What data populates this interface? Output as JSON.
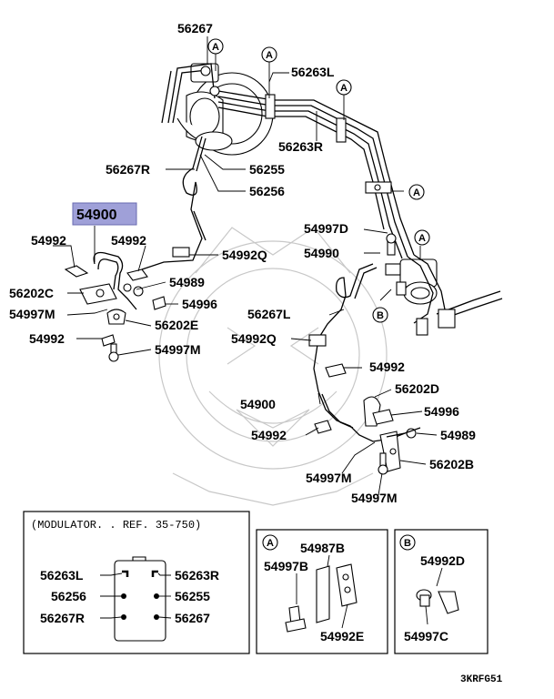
{
  "highlight_color": "#9fa0d8",
  "callouts": {
    "c56267_top": "56267",
    "c56263L": "56263L",
    "c56263R": "56263R",
    "c56267R": "56267R",
    "c56255": "56255",
    "c56256": "56256",
    "c54900_hl": "54900",
    "c54992_l1": "54992",
    "c54992_l2": "54992",
    "c54992Q_top": "54992Q",
    "c54989_l": "54989",
    "c56202C": "56202C",
    "c54996_l": "54996",
    "c54997M_l1": "54997M",
    "c56202E": "56202E",
    "c54992_l3": "54992",
    "c54997M_l2": "54997M",
    "c54997D": "54997D",
    "c54990": "54990",
    "c56267L": "56267L",
    "c54992Q_mid": "54992Q",
    "c54992_r1": "54992",
    "c56202D": "56202D",
    "c54900_r": "54900",
    "c54996_r": "54996",
    "c54992_r2": "54992",
    "c54989_r": "54989",
    "c54997M_r1": "54997M",
    "c56202B": "56202B",
    "c54997M_r2": "54997M"
  },
  "circle_markers": {
    "A": "A",
    "B": "B"
  },
  "modulator_box": {
    "title": "(MODULATOR. . REF. 35-750)",
    "labels": {
      "l1": "56263L",
      "l2": "56256",
      "l3": "56267R",
      "r1": "56263R",
      "r2": "56255",
      "r3": "56267"
    }
  },
  "detail_a": {
    "marker": "A",
    "labels": {
      "t": "54987B",
      "l": "54997B",
      "b": "54992E"
    }
  },
  "detail_b": {
    "marker": "B",
    "labels": {
      "t": "54992D",
      "b": "54997C"
    }
  },
  "diagram_code": "3KRFG51"
}
